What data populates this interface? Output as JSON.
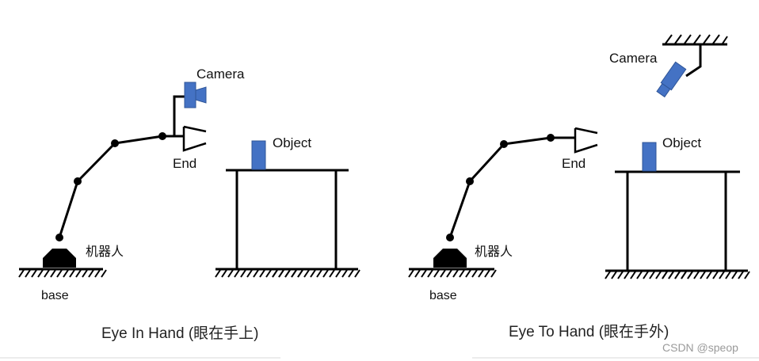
{
  "colors": {
    "stroke": "#000000",
    "camera": "#4472c4",
    "object": "#4472c4",
    "watermark": "#9a9a9a"
  },
  "left_panel": {
    "camera_label": "Camera",
    "end_label": "End",
    "object_label": "Object",
    "robot_label": "机器人",
    "base_label": "base",
    "caption": "Eye In Hand (眼在手上)"
  },
  "right_panel": {
    "camera_label": "Camera",
    "end_label": "End",
    "object_label": "Object",
    "robot_label": "机器人",
    "base_label": "base",
    "caption": "Eye To Hand (眼在手外)"
  },
  "watermark": "CSDN @speop"
}
